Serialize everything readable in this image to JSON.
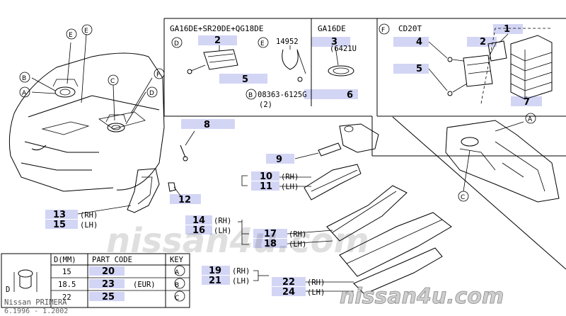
{
  "engine_headers": {
    "ga_sr_qg": "GA16DE+SR20DE+QG18DE",
    "ga16de": "GA16DE",
    "cd20t": "CD20T"
  },
  "callouts": {
    "A": "A",
    "B": "B",
    "C": "C",
    "D": "D",
    "E": "E",
    "F": "F"
  },
  "parts": {
    "p1": "1",
    "p2": "2",
    "p2b": "2",
    "p3": "3",
    "p4": "4",
    "p5": "5",
    "p5b": "5",
    "p7": "7",
    "p8": "8",
    "p9": "9",
    "p10": "10",
    "p11": "11",
    "p12": "12",
    "p13": "13",
    "p14": "14",
    "p15": "15",
    "p16": "16",
    "p17": "17",
    "p18": "18",
    "p19": "19",
    "p20": "20",
    "p21": "21",
    "p22": "22",
    "p23": "23",
    "p24": "24",
    "p25": "25",
    "p6": "6"
  },
  "side": {
    "rh": "(RH)",
    "lh": "(LH)"
  },
  "labels": {
    "ref_14952": "14952",
    "ref_6421u": "(6421U",
    "bolt_code": "08363-6125G",
    "bolt_qty": "(2)"
  },
  "table": {
    "headers": [
      "D(MM)",
      "PART CODE",
      "KEY"
    ],
    "rows": [
      {
        "d": "15",
        "code": "20",
        "note": "",
        "key": "A"
      },
      {
        "d": "18.5",
        "code": "23",
        "note": "(EUR)",
        "key": "B"
      },
      {
        "d": "22",
        "code": "25",
        "note": "",
        "key": "C"
      }
    ],
    "dim_label": "D"
  },
  "footer": {
    "model": "Nissan PRIMERA",
    "dates": "6.1996 - 1.2002"
  },
  "watermarks": {
    "center": "nissan4u.com",
    "corner": "nissan4u.com"
  }
}
